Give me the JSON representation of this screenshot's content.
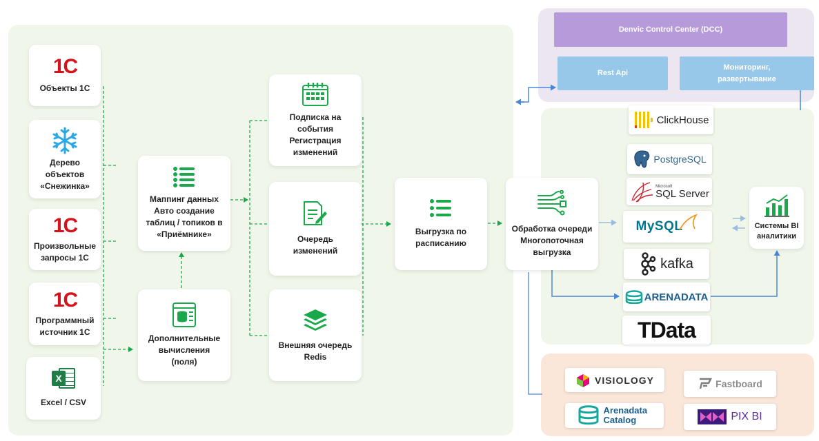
{
  "sources": [
    {
      "label": "Объекты 1С",
      "icon": "1c-logo-icon"
    },
    {
      "label": "Дерево объектов «Снежинка»",
      "icon": "snowflake-icon"
    },
    {
      "label": "Произвольные запросы 1С",
      "icon": "1c-logo-icon"
    },
    {
      "label": "Программный источник 1С",
      "icon": "1c-logo-icon"
    },
    {
      "label": "Excel / CSV",
      "icon": "excel-icon"
    }
  ],
  "logo_1c_text": "1C",
  "excel_glyph": "X",
  "mapping_label": "Маппинг данных Авто создание таблиц / топиков в «Приёмнике»",
  "extra_calc_label": "Дополнительные вычисления (поля)",
  "subscription_label": "Подписка на события Регистрация изменений",
  "change_queue_label": "Очередь изменений",
  "redis_label": "Внешняя очередь Redis",
  "schedule_label": "Выгрузка по расписанию",
  "processing_label": "Обработка очереди Многопоточная выгрузка",
  "dcc": {
    "title": "Denvic Control Center (DCC)",
    "rest_api": "Rest Api",
    "monitoring": "Мониторинг, развертывание"
  },
  "targets": [
    "ClickHouse",
    "PostgreSQL",
    "SQL Server",
    "MySQL",
    "kafka",
    "ARENADATA",
    "TData"
  ],
  "sqlserver_small": "Microsoft",
  "bi_label": "Системы BI аналитики",
  "bi_tools": [
    "VISIOLOGY",
    "Fastboard",
    "Arenadata Catalog",
    "PIX BI"
  ],
  "colors": {
    "green_panel": "#f0f7ea",
    "green_accent": "#1aa84b",
    "purple_panel": "#ebe6ef",
    "dcc_title_bg": "#b69ad9",
    "dcc_box_bg": "#97c8ea",
    "orange_panel": "#fbe7da",
    "blue_arrow": "#4a86d8"
  }
}
